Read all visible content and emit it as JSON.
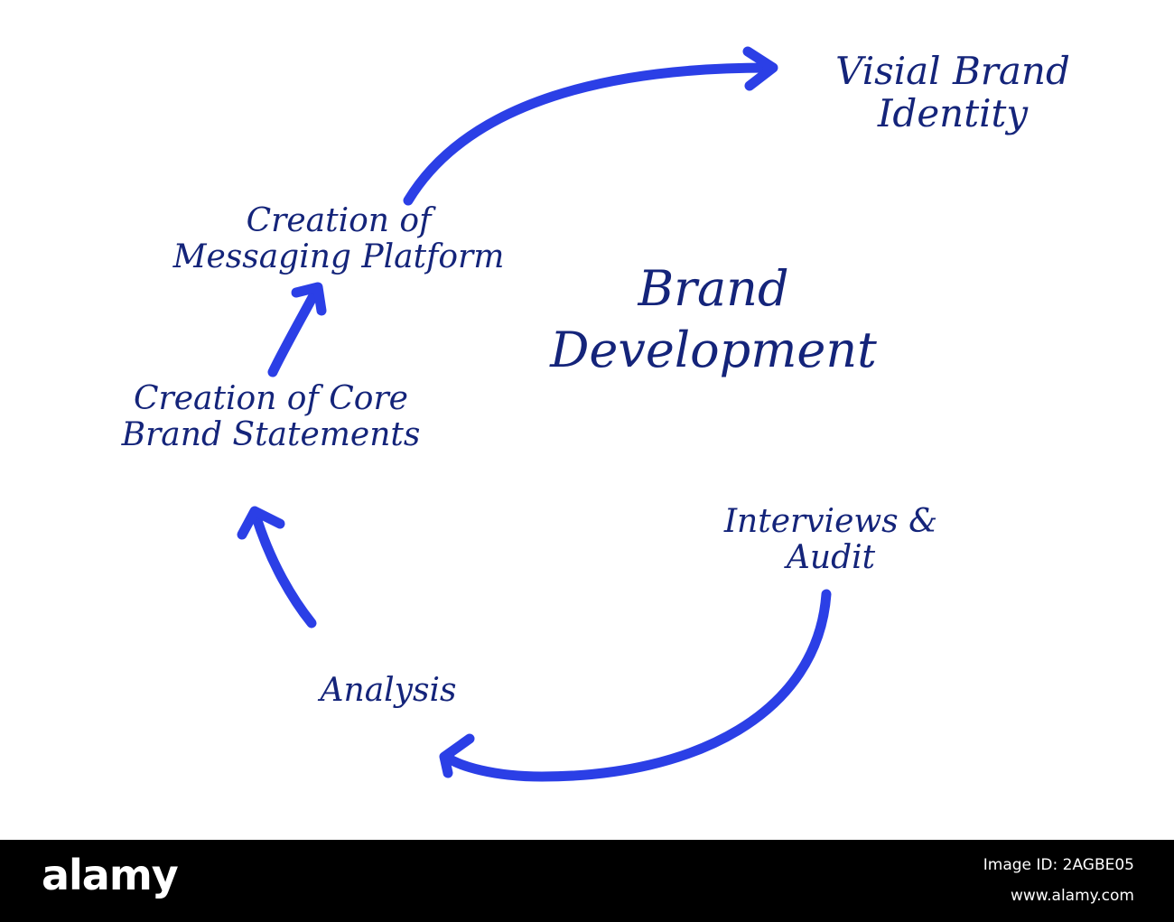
{
  "diagram": {
    "title_lines": [
      "Brand",
      "Development"
    ],
    "steps": [
      {
        "id": "interviews",
        "lines": [
          "Interviews &",
          "Audit"
        ]
      },
      {
        "id": "analysis",
        "lines": [
          "Analysis"
        ]
      },
      {
        "id": "core-statements",
        "lines": [
          "Creation of Core",
          "Brand Statements"
        ]
      },
      {
        "id": "messaging",
        "lines": [
          "Creation of",
          "Messaging Platform"
        ]
      },
      {
        "id": "visual-identity",
        "lines": [
          "Visial Brand",
          "Identity"
        ]
      }
    ],
    "colors": {
      "text": "#14247a",
      "arrow": "#2b3fe6"
    }
  },
  "footer": {
    "logo": "alamy",
    "image_id": "Image ID: 2AGBE05",
    "site": "www.alamy.com",
    "background": "#000000"
  }
}
